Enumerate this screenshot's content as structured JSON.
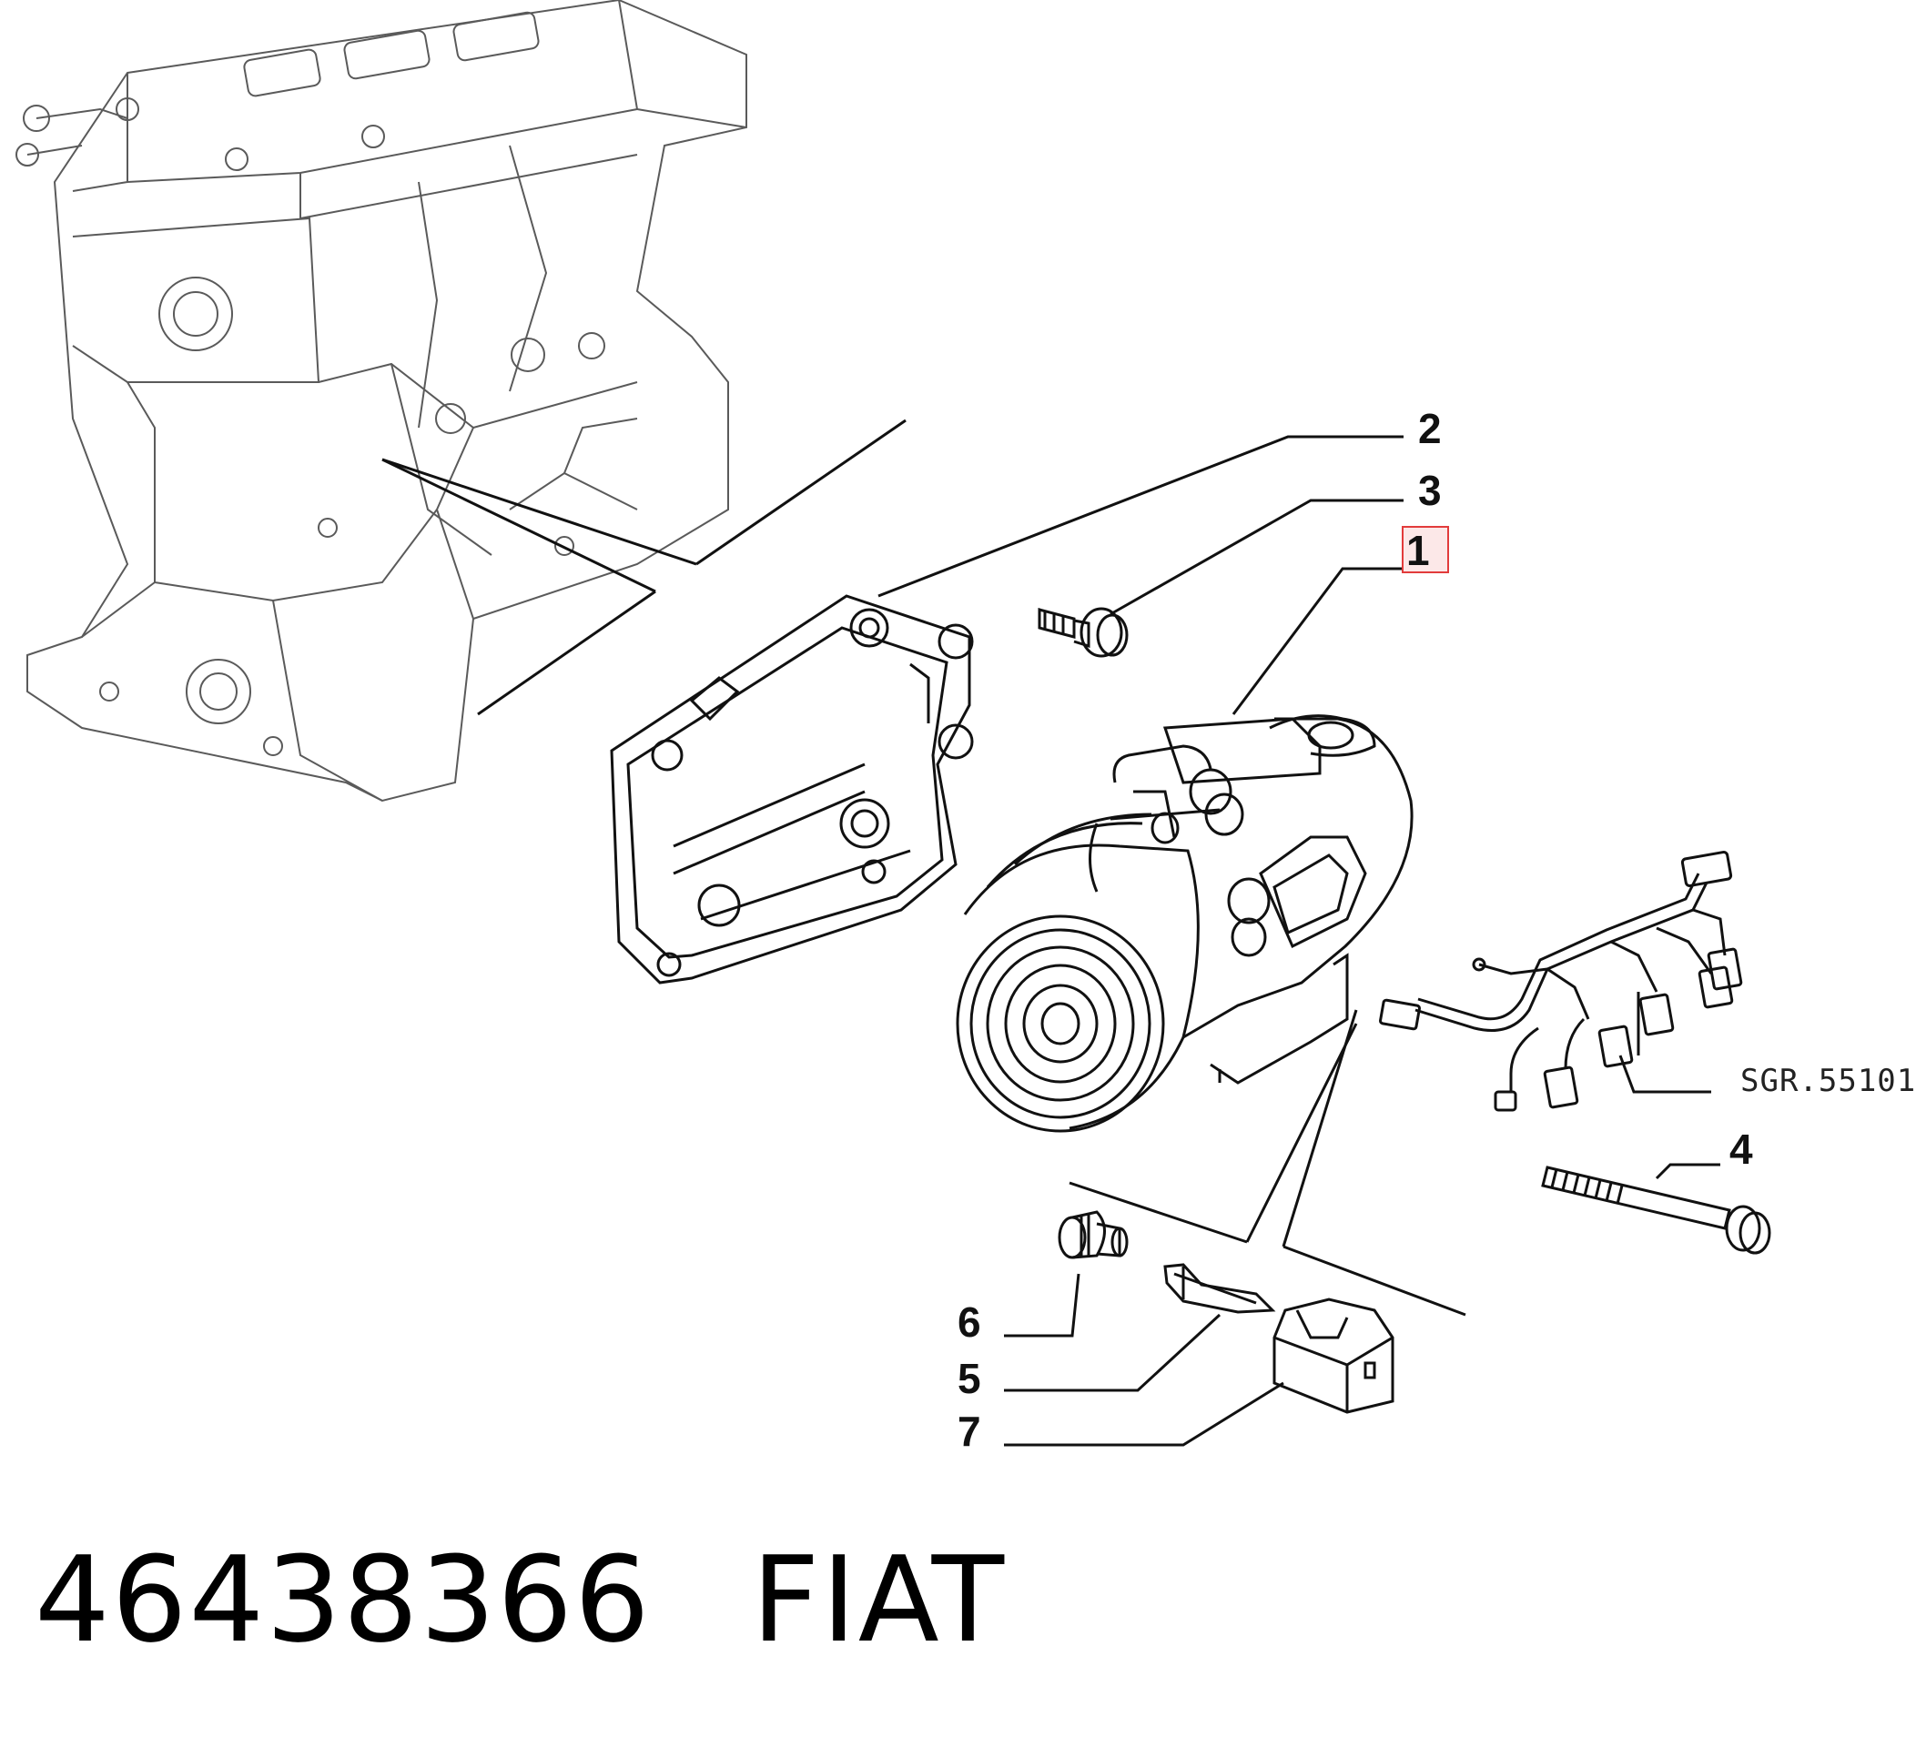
{
  "callouts": {
    "c1": "1",
    "c2": "2",
    "c3": "3",
    "c4": "4",
    "c5": "5",
    "c6": "6",
    "c7": "7"
  },
  "reference_code": "SGR.55101",
  "footer": {
    "part_number": "46438366",
    "brand": "FIAT"
  },
  "colors": {
    "line": "#111111",
    "engine_line": "#555555",
    "highlight_border": "#e23b3b"
  },
  "highlighted_callout": "1"
}
